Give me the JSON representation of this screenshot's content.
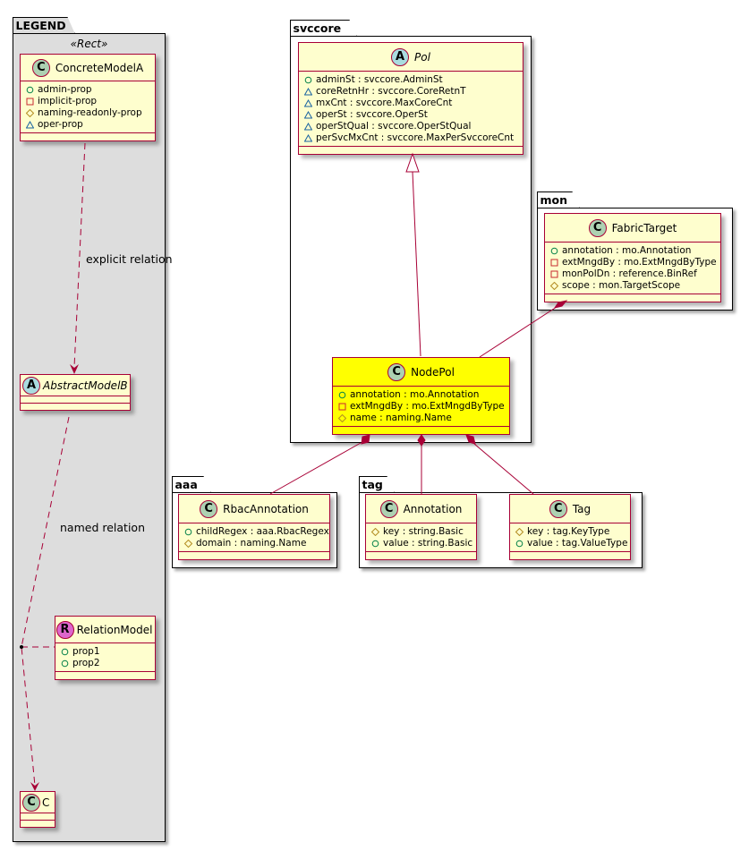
{
  "colors": {
    "class_fill": "#fefece",
    "class_border": "#a80036",
    "highlight_fill": "#ffff00",
    "legend_fill": "#dddddd",
    "badge_class": "#add1b2",
    "badge_abstract": "#a9dcdf",
    "badge_relation": "#dd66cc",
    "vis_public": "#038048",
    "vis_private": "#c82930",
    "vis_protected": "#b38d22",
    "vis_package": "#1963a0"
  },
  "legend": {
    "title": "LEGEND",
    "stereotype": "«Rect»",
    "concrete": {
      "badge": "C",
      "name": "ConcreteModelA",
      "attrs": [
        {
          "vis": "public",
          "text": "admin-prop"
        },
        {
          "vis": "private",
          "text": "implicit-prop"
        },
        {
          "vis": "protected",
          "text": "naming-readonly-prop"
        },
        {
          "vis": "package",
          "text": "oper-prop"
        }
      ]
    },
    "abstract": {
      "badge": "A",
      "name": "AbstractModelB"
    },
    "relation_model": {
      "badge": "R",
      "name": "RelationModel",
      "attrs": [
        {
          "vis": "public",
          "text": "prop1"
        },
        {
          "vis": "public",
          "text": "prop2"
        }
      ]
    },
    "c": {
      "badge": "C",
      "name": "C"
    },
    "explicit_relation_label": "explicit relation",
    "named_relation_label": "named relation"
  },
  "packages": {
    "svccore": {
      "title": "svccore",
      "pol": {
        "badge": "A",
        "name": "Pol",
        "attrs": [
          {
            "vis": "public",
            "text": "adminSt : svccore.AdminSt"
          },
          {
            "vis": "package",
            "text": "coreRetnHr : svccore.CoreRetnT"
          },
          {
            "vis": "package",
            "text": "mxCnt : svccore.MaxCoreCnt"
          },
          {
            "vis": "package",
            "text": "operSt : svccore.OperSt"
          },
          {
            "vis": "package",
            "text": "operStQual : svccore.OperStQual"
          },
          {
            "vis": "package",
            "text": "perSvcMxCnt : svccore.MaxPerSvccoreCnt"
          }
        ]
      },
      "nodepol": {
        "badge": "C",
        "name": "NodePol",
        "attrs": [
          {
            "vis": "public",
            "text": "annotation : mo.Annotation"
          },
          {
            "vis": "private",
            "text": "extMngdBy : mo.ExtMngdByType"
          },
          {
            "vis": "protected",
            "text": "name : naming.Name"
          }
        ]
      }
    },
    "mon": {
      "title": "mon",
      "fabrictarget": {
        "badge": "C",
        "name": "FabricTarget",
        "attrs": [
          {
            "vis": "public",
            "text": "annotation : mo.Annotation"
          },
          {
            "vis": "private",
            "text": "extMngdBy : mo.ExtMngdByType"
          },
          {
            "vis": "private",
            "text": "monPolDn : reference.BinRef"
          },
          {
            "vis": "protected",
            "text": "scope : mon.TargetScope"
          }
        ]
      }
    },
    "aaa": {
      "title": "aaa",
      "rbacannotation": {
        "badge": "C",
        "name": "RbacAnnotation",
        "attrs": [
          {
            "vis": "public",
            "text": "childRegex : aaa.RbacRegex"
          },
          {
            "vis": "protected",
            "text": "domain : naming.Name"
          }
        ]
      }
    },
    "tag": {
      "title": "tag",
      "annotation": {
        "badge": "C",
        "name": "Annotation",
        "attrs": [
          {
            "vis": "protected",
            "text": "key : string.Basic"
          },
          {
            "vis": "public",
            "text": "value : string.Basic"
          }
        ]
      },
      "tag": {
        "badge": "C",
        "name": "Tag",
        "attrs": [
          {
            "vis": "protected",
            "text": "key : tag.KeyType"
          },
          {
            "vis": "public",
            "text": "value : tag.ValueType"
          }
        ]
      }
    }
  },
  "relations": [
    {
      "from": "ConcreteModelA",
      "to": "AbstractModelB",
      "type": "dependency",
      "label": "explicit relation"
    },
    {
      "from": "AbstractModelB",
      "to": "C",
      "type": "dependency",
      "label": "named relation",
      "association_class": "RelationModel"
    },
    {
      "from": "NodePol",
      "to": "Pol",
      "type": "inheritance"
    },
    {
      "from": "FabricTarget",
      "to": "NodePol",
      "type": "composition"
    },
    {
      "from": "NodePol",
      "to": "RbacAnnotation",
      "type": "composition"
    },
    {
      "from": "NodePol",
      "to": "Annotation",
      "type": "composition"
    },
    {
      "from": "NodePol",
      "to": "Tag",
      "type": "composition"
    }
  ]
}
